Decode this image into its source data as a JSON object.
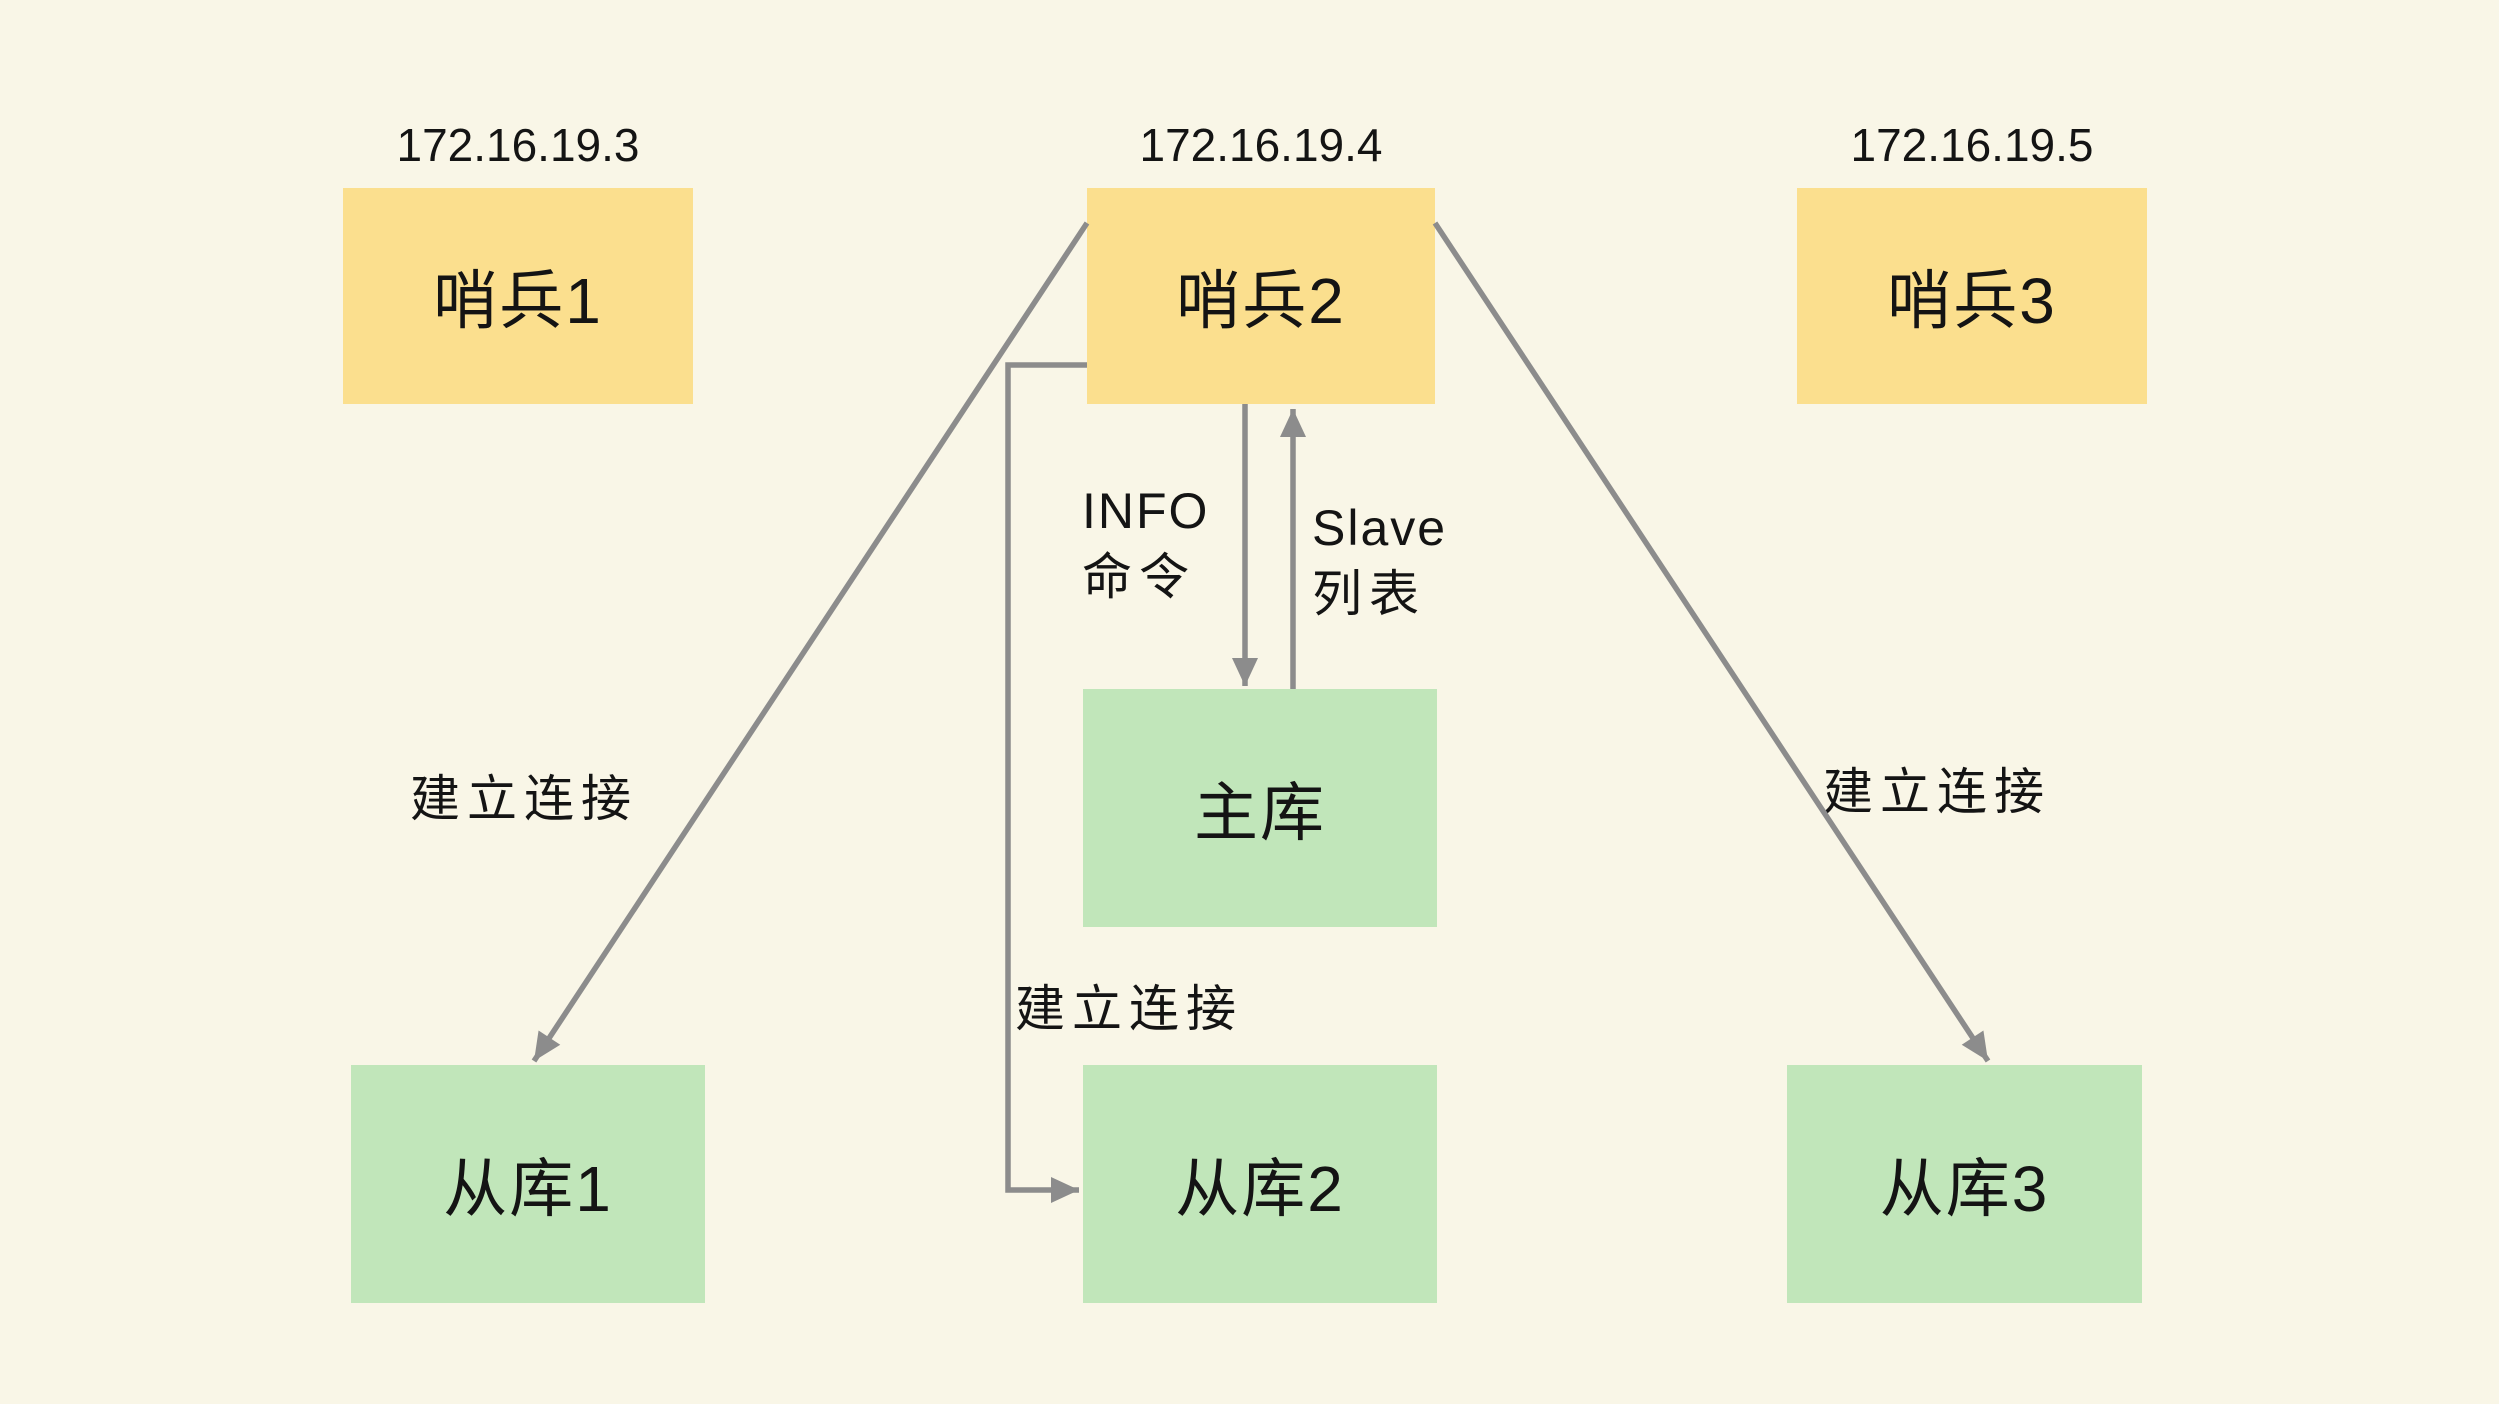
{
  "colors": {
    "background": "#F9F6E7",
    "sentinel_fill": "#FBDF8E",
    "database_fill": "#C1E6BA",
    "arrow": "#8C8C8C",
    "text": "#141414"
  },
  "nodes": {
    "sentinel1": {
      "label": "哨兵1",
      "ip": "172.16.19.3"
    },
    "sentinel2": {
      "label": "哨兵2",
      "ip": "172.16.19.4"
    },
    "sentinel3": {
      "label": "哨兵3",
      "ip": "172.16.19.5"
    },
    "master": {
      "label": "主库"
    },
    "replica1": {
      "label": "从库1"
    },
    "replica2": {
      "label": "从库2"
    },
    "replica3": {
      "label": "从库3"
    }
  },
  "edges": {
    "info_command": {
      "line1": "INFO",
      "line2": "命令"
    },
    "slave_list": {
      "line1": "Slave",
      "line2": "列表"
    },
    "connect_left": {
      "label": "建立连接"
    },
    "connect_middle": {
      "label": "建立连接"
    },
    "connect_right": {
      "label": "建立连接"
    }
  }
}
